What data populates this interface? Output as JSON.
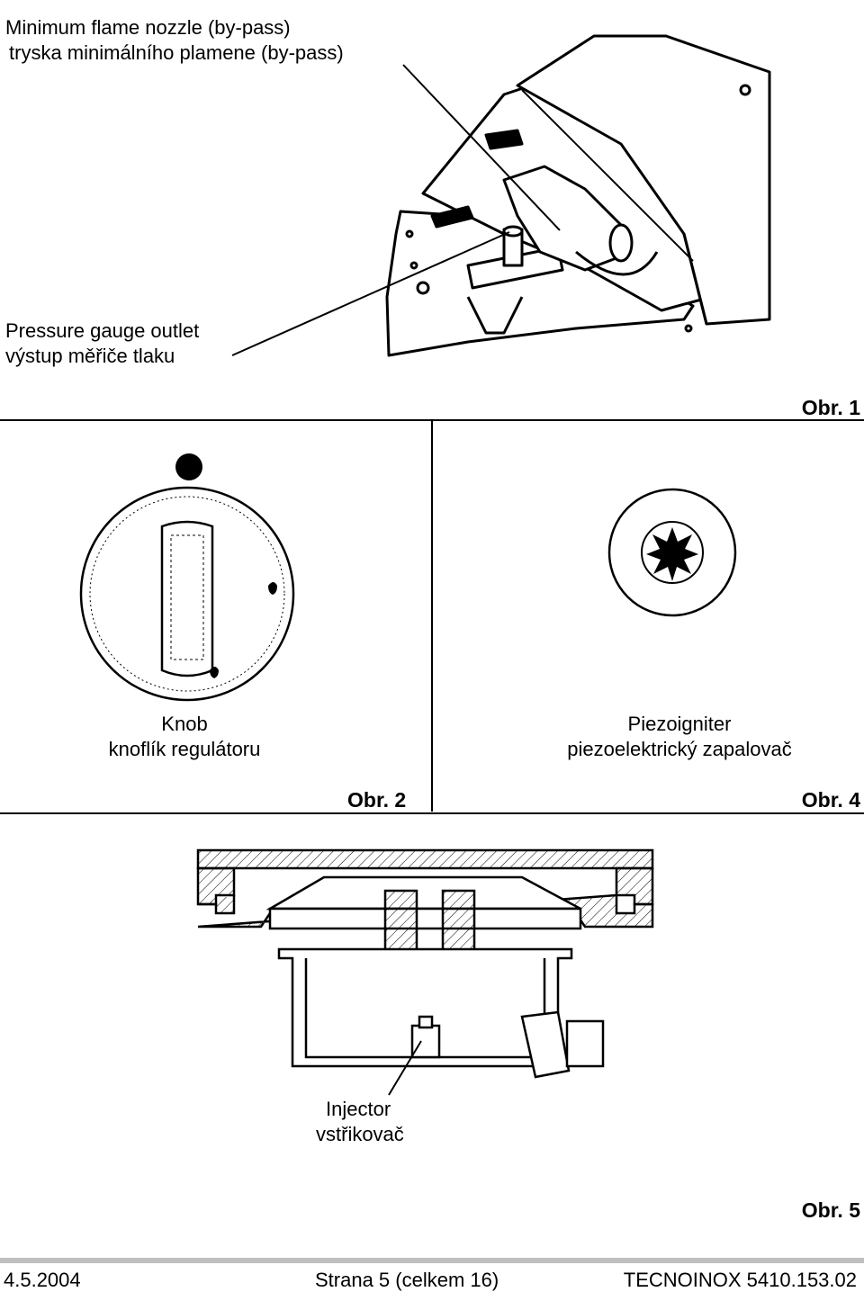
{
  "fig1": {
    "bypass_label_en": "Minimum flame nozzle (by-pass)",
    "bypass_label_cs": "tryska minimálního plamene (by-pass)",
    "gauge_label_en": "Pressure gauge outlet",
    "gauge_label_cs": "výstup měřiče tlaku",
    "caption": "Obr. 1"
  },
  "fig2": {
    "label_en": "Knob",
    "label_cs": "knoflík regulátoru",
    "caption": "Obr. 2"
  },
  "fig4": {
    "label_en": "Piezoigniter",
    "label_cs": "piezoelektrický zapalovač",
    "caption": "Obr. 4"
  },
  "fig5": {
    "label_en": "Injector",
    "label_cs": "vstřikovač",
    "caption": "Obr. 5"
  },
  "footer": {
    "date": "4.5.2004",
    "page": "Strana 5 (celkem 16)",
    "doc": "TECNOINOX 5410.153.02"
  }
}
